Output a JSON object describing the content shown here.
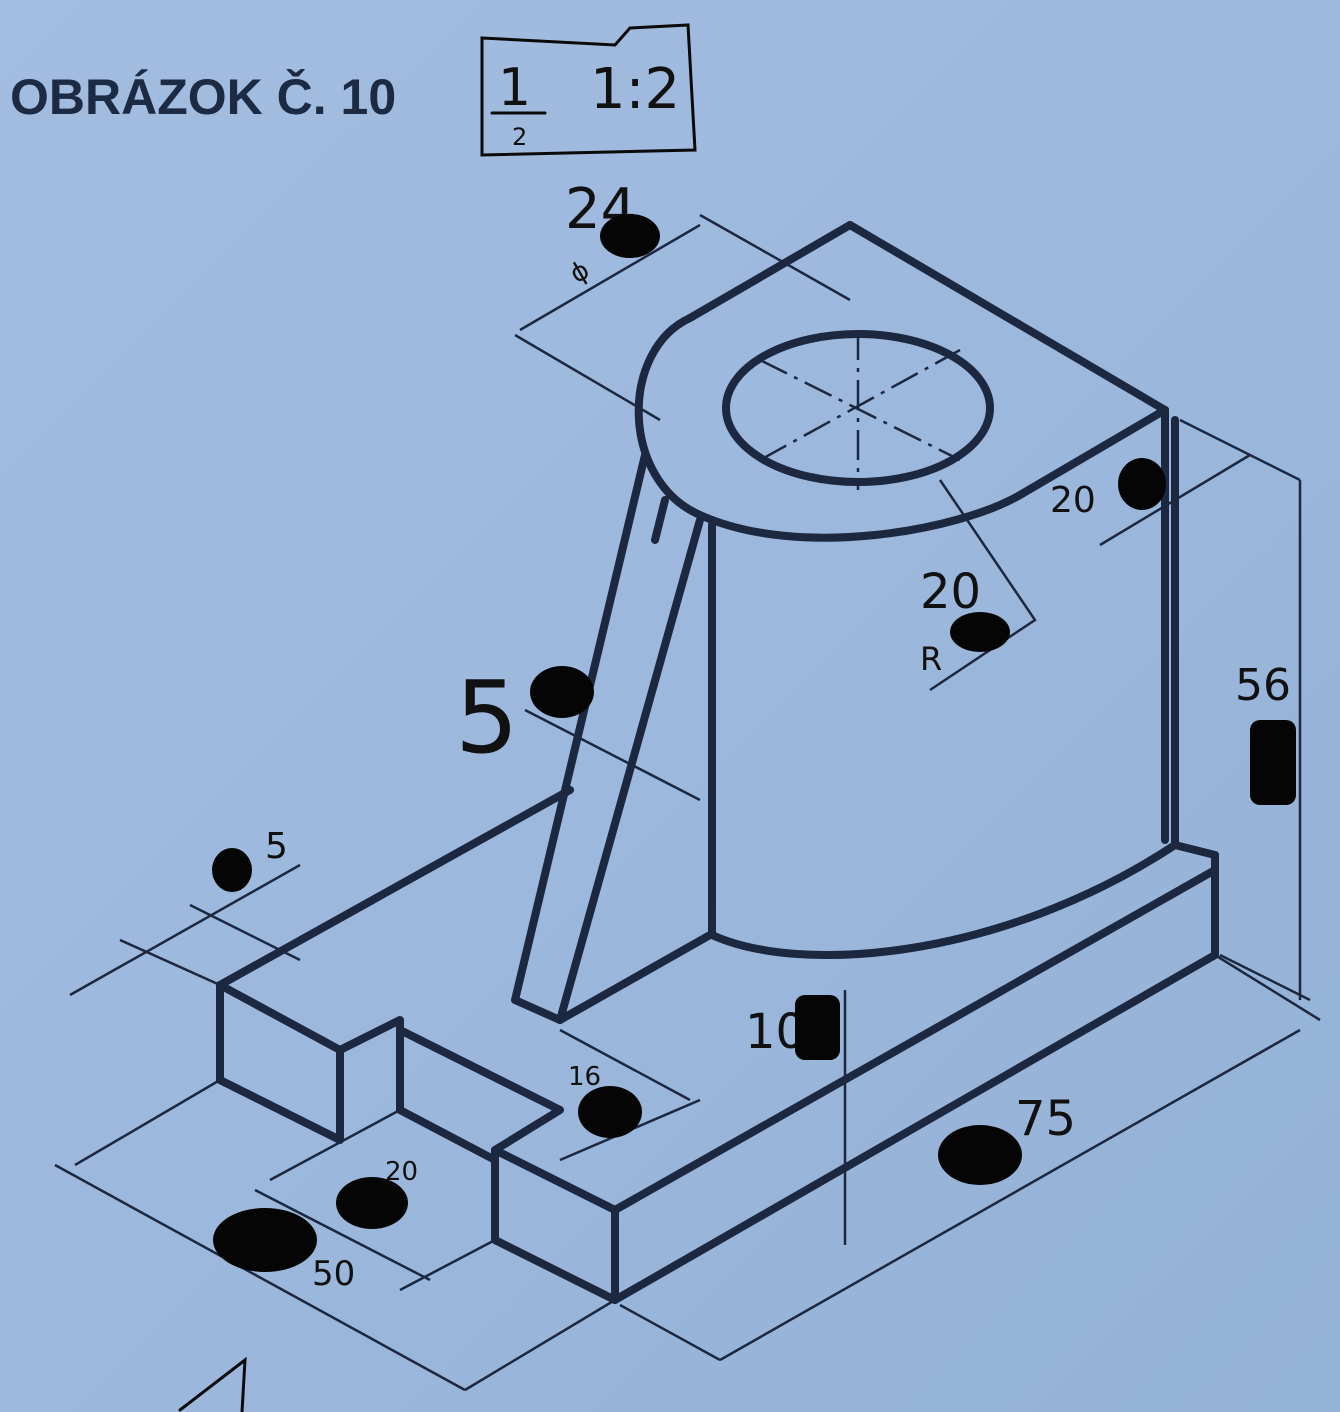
{
  "title": "OBRÁZOK Č. 10",
  "scale_box": {
    "fraction_top": "1",
    "fraction_bottom": "2",
    "ratio": "1:2"
  },
  "dimensions": {
    "diameter_symbol": "ϕ",
    "diameter": "24",
    "top_width": "20",
    "radius_prefix": "R",
    "radius": "20",
    "rib": "5",
    "height": "56",
    "slot": "5",
    "base_height": "10",
    "notch": "16",
    "length": "75",
    "step": "20",
    "width": "50"
  },
  "colors": {
    "paper": "#9db9dd",
    "ink": "#1c2740"
  }
}
